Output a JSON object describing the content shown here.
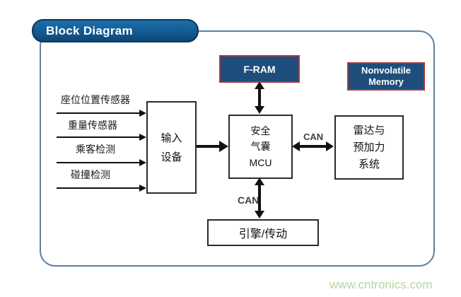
{
  "title": "Block Diagram",
  "sensors": {
    "items": [
      {
        "label": "座位位置传感器"
      },
      {
        "label": "重量传感器"
      },
      {
        "label": "乘客检测"
      },
      {
        "label": "碰撞检测"
      }
    ]
  },
  "boxes": {
    "input": {
      "text": "输入\n设备"
    },
    "mcu": {
      "text": "安全\n气囊\nMCU"
    },
    "fram": {
      "text": "F-RAM"
    },
    "nvm": {
      "text": "Nonvolatile\nMemory"
    },
    "radar": {
      "text": "雷达与\n预加力\n系统"
    },
    "engine": {
      "text": "引擎/传动"
    }
  },
  "labels": {
    "can_right": "CAN",
    "can_bottom": "CAN"
  },
  "watermark": "www.cntronics.com",
  "colors": {
    "title_fill_top": "#1b6fae",
    "title_fill_bottom": "#0e4878",
    "title_border": "#0a3359",
    "frame_border": "#5d7ea3",
    "memory_box_fill": "#1f4e7d",
    "memory_box_border": "#a23c3e",
    "white_box_border": "#2b2b2b",
    "arrow": "#111111",
    "watermark_green": "#b5d7a0"
  }
}
